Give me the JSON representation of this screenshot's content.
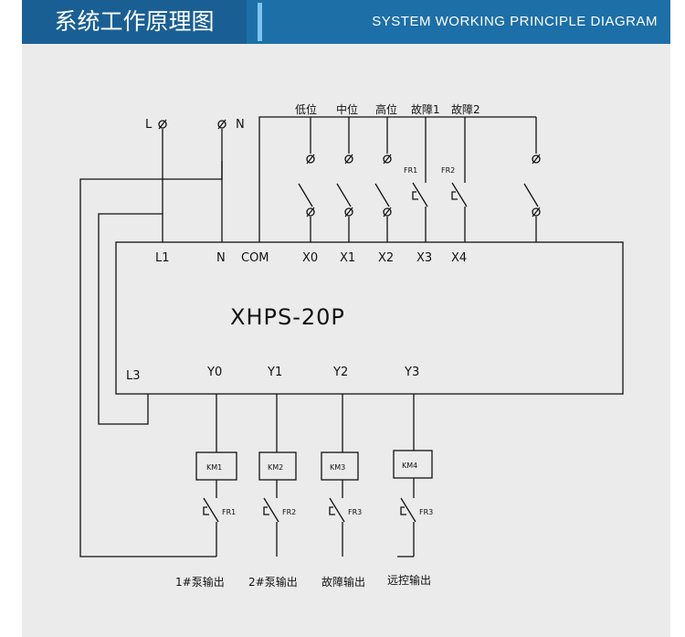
{
  "header": {
    "title": "系统工作原理图",
    "subtitle": "SYSTEM WORKING PRINCIPLE DIAGRAM"
  },
  "diagram": {
    "power": {
      "L": "L",
      "N": "N"
    },
    "device_name": "XHPS-20P",
    "input_labels": [
      "低位",
      "中位",
      "高位",
      "故障1",
      "故障2"
    ],
    "input_terminals": [
      "L1",
      "N",
      "COM",
      "X0",
      "X1",
      "X2",
      "X3",
      "X4"
    ],
    "output_terminals": [
      "Y0",
      "Y1",
      "Y2",
      "Y3"
    ],
    "l3_terminal": "L3",
    "input_relays": [
      "FR1",
      "FR2"
    ],
    "contactors": [
      "KM1",
      "KM2",
      "KM3",
      "KM4"
    ],
    "output_relays": [
      "FR1",
      "FR2",
      "FR3",
      "FR3"
    ],
    "output_labels": [
      "1#泵输出",
      "2#泵输出",
      "故障输出",
      "远控输出"
    ],
    "colors": {
      "header_bg": "#1d6fa8",
      "header_title_bg": "#1a5f94",
      "accent_bar": "#7fc3ef",
      "panel_bg": "#ebebeb"
    }
  }
}
